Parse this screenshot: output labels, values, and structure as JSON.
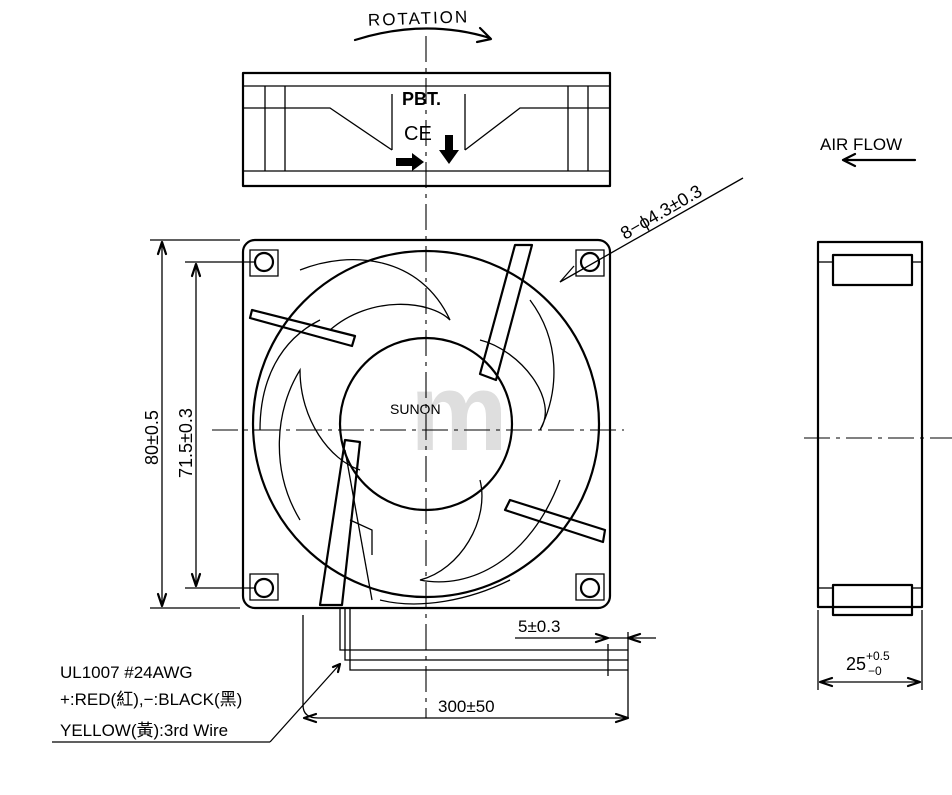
{
  "top_view": {
    "rotation_label": "ROTATION",
    "material_label": "PBT.",
    "ce_mark": "CE"
  },
  "front_view": {
    "hole_callout": "8−ϕ4.3±0.3",
    "brand_label": "SUNON",
    "watermark": "m",
    "dim_overall_height": "80±0.5",
    "dim_hole_pitch": "71.5±0.3",
    "dim_lead_length": "300±50",
    "dim_wire_strip": "5±0.3"
  },
  "side_view": {
    "airflow_label": "AIR FLOW",
    "dim_depth_main": "25",
    "dim_depth_upper_tol": "+0.5",
    "dim_depth_lower_tol": "−0"
  },
  "wire_spec": {
    "line1": "UL1007  #24AWG",
    "line2": "+:RED(紅),−:BLACK(黑)",
    "line3": "YELLOW(黃):3rd  Wire"
  },
  "icons": [
    "arrow-right-icon",
    "arrow-down-icon",
    "arrow-left-icon",
    "ce-mark-icon"
  ]
}
